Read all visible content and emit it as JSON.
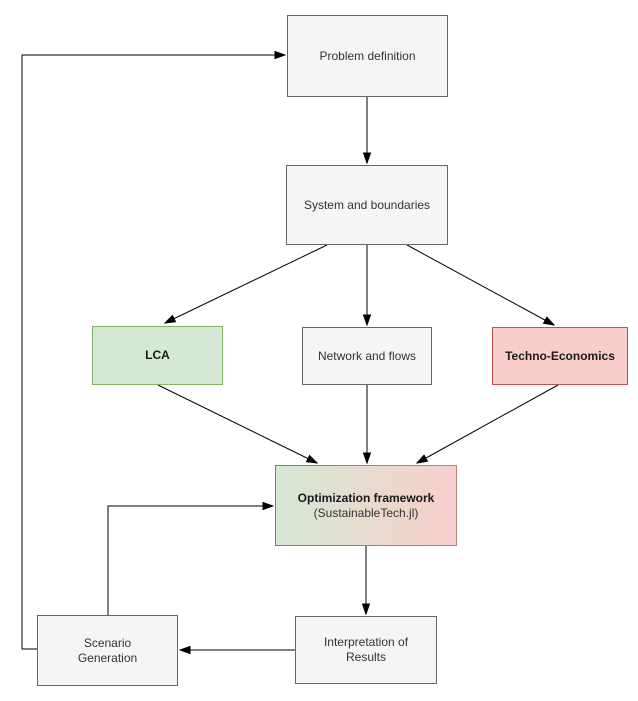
{
  "diagram": {
    "type": "flowchart",
    "nodes": {
      "problem": {
        "label": "Problem definition"
      },
      "system": {
        "label": "System and boundaries"
      },
      "lca": {
        "label": "LCA"
      },
      "network": {
        "label": "Network and flows"
      },
      "techno": {
        "label": "Techno-Economics"
      },
      "optimization": {
        "title": "Optimization framework",
        "subtitle": "(SustainableTech.jl)"
      },
      "interpretation": {
        "label": "Interpretation of\nResults"
      },
      "scenario": {
        "label": "Scenario\nGeneration"
      }
    },
    "edges": [
      {
        "from": "problem",
        "to": "system"
      },
      {
        "from": "system",
        "to": "lca"
      },
      {
        "from": "system",
        "to": "network"
      },
      {
        "from": "system",
        "to": "techno"
      },
      {
        "from": "lca",
        "to": "optimization"
      },
      {
        "from": "network",
        "to": "optimization"
      },
      {
        "from": "techno",
        "to": "optimization"
      },
      {
        "from": "scenario",
        "to": "optimization"
      },
      {
        "from": "optimization",
        "to": "interpretation"
      },
      {
        "from": "interpretation",
        "to": "scenario"
      },
      {
        "from": "scenario",
        "to": "problem"
      }
    ],
    "colors": {
      "default_fill": "#f5f5f5",
      "default_border": "#666666",
      "lca_fill": "#d5e8d4",
      "lca_border": "#82b366",
      "techno_fill": "#f8cecc",
      "techno_border": "#b85450",
      "gradient_left": "#d5e8d4",
      "gradient_right": "#f8cecc",
      "arrow": "#000000"
    }
  }
}
